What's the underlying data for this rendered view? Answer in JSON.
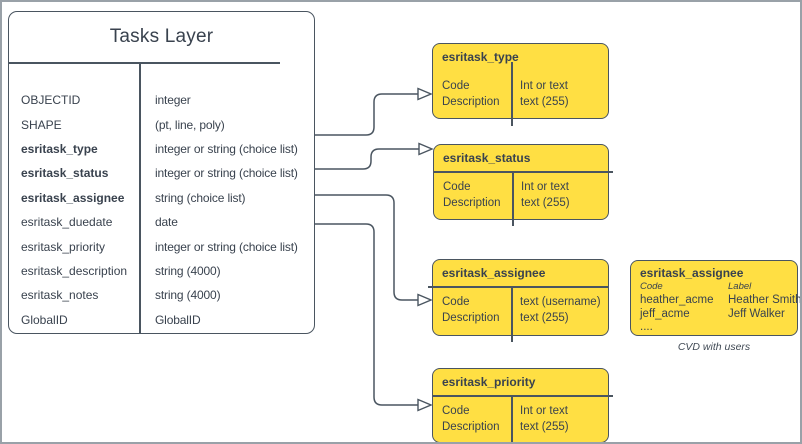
{
  "colors": {
    "domain_box_fill": "#ffdf43",
    "line": "#4a5560",
    "text": "#39424e",
    "outer_border": "#99a1a8"
  },
  "tasks_table": {
    "title": "Tasks Layer",
    "rows": [
      {
        "field": "OBJECTID",
        "type": "integer"
      },
      {
        "field": "SHAPE",
        "type": "(pt, line, poly)"
      },
      {
        "field": "esritask_type",
        "type": "integer or string (choice list)"
      },
      {
        "field": "esritask_status",
        "type": "integer or string (choice list)"
      },
      {
        "field": "esritask_assignee",
        "type": "string (choice list)"
      },
      {
        "field": "esritask_duedate",
        "type": "date"
      },
      {
        "field": "esritask_priority",
        "type": "integer or string (choice list)"
      },
      {
        "field": "esritask_description",
        "type": "string (4000)"
      },
      {
        "field": "esritask_notes",
        "type": "string (4000)"
      },
      {
        "field": "GlobalID",
        "type": "GlobalID"
      }
    ]
  },
  "domain_boxes": [
    {
      "title": "esritask_type",
      "left": [
        "Code",
        "Description"
      ],
      "right": [
        "Int or text",
        "text (255)"
      ]
    },
    {
      "title": "esritask_status",
      "left": [
        "Code",
        "Description"
      ],
      "right": [
        "Int or text",
        "text (255)"
      ]
    },
    {
      "title": "esritask_assignee",
      "left": [
        "Code",
        "Description"
      ],
      "right": [
        "text  (username)",
        "text (255)"
      ]
    },
    {
      "title": "esritask_priority",
      "left": [
        "Code",
        "Description"
      ],
      "right": [
        "Int or text",
        "text (255)"
      ]
    }
  ],
  "cvd_box": {
    "title": "esritask_assignee",
    "col_headers": [
      "Code",
      "Label"
    ],
    "rows": [
      {
        "code": "heather_acme",
        "label": "Heather Smith"
      },
      {
        "code": "jeff_acme",
        "label": "Jeff Walker"
      }
    ],
    "more": "....",
    "caption": "CVD with users"
  }
}
